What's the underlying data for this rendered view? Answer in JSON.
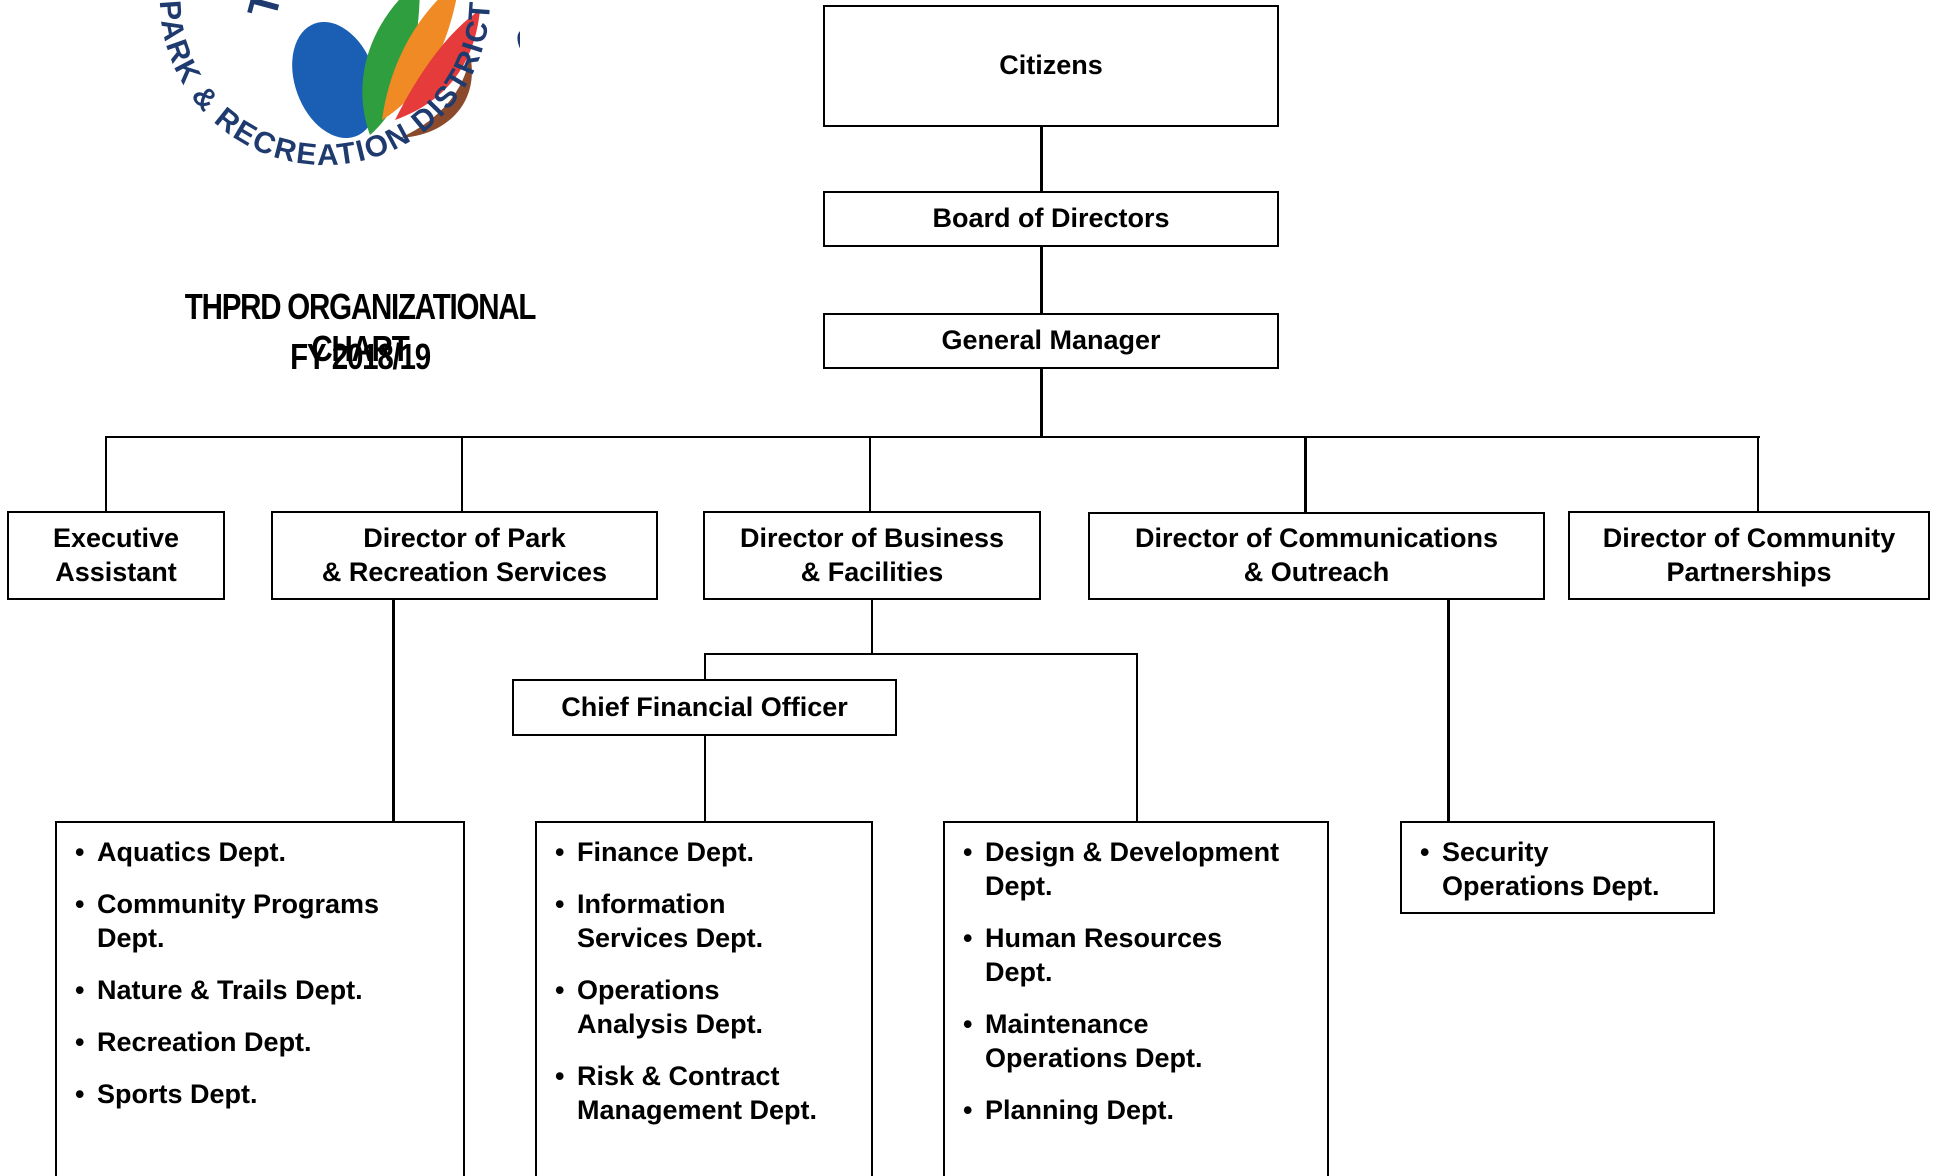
{
  "logo": {
    "text_top": "TUALATIN HILLS",
    "text_bottom": "PARK & RECREATION DISTRICT",
    "colors": [
      "#1a5fb4",
      "#2e9e3e",
      "#f08a24",
      "#e53b3b",
      "#8b4a2b",
      "#1e3a6e"
    ]
  },
  "header": {
    "title": "THPRD ORGANIZATIONAL CHART",
    "subtitle": "FY 2018/19"
  },
  "org": {
    "citizens": "Citizens",
    "board": "Board of Directors",
    "gm": "General Manager",
    "exec_assistant": [
      "Executive",
      "Assistant"
    ],
    "dir_park": [
      "Director of Park",
      "& Recreation Services"
    ],
    "dir_business": [
      "Director of Business",
      "& Facilities"
    ],
    "dir_comm": [
      "Director of Communications",
      "& Outreach"
    ],
    "dir_community": [
      "Director of Community",
      "Partnerships"
    ],
    "cfo": "Chief Financial Officer"
  },
  "depts": {
    "park": [
      [
        "Aquatics Dept."
      ],
      [
        "Community Programs",
        "Dept."
      ],
      [
        "Nature & Trails Dept."
      ],
      [
        "Recreation Dept."
      ],
      [
        "Sports Dept."
      ]
    ],
    "finance": [
      [
        "Finance Dept."
      ],
      [
        "Information",
        "Services Dept."
      ],
      [
        "Operations",
        "Analysis Dept."
      ],
      [
        "Risk & Contract",
        "Management Dept."
      ]
    ],
    "facilities": [
      [
        "Design & Development",
        "Dept."
      ],
      [
        "Human Resources",
        "Dept."
      ],
      [
        "Maintenance",
        "Operations Dept."
      ],
      [
        "Planning Dept."
      ]
    ],
    "comm": [
      [
        "Security",
        "Operations Dept."
      ]
    ]
  }
}
